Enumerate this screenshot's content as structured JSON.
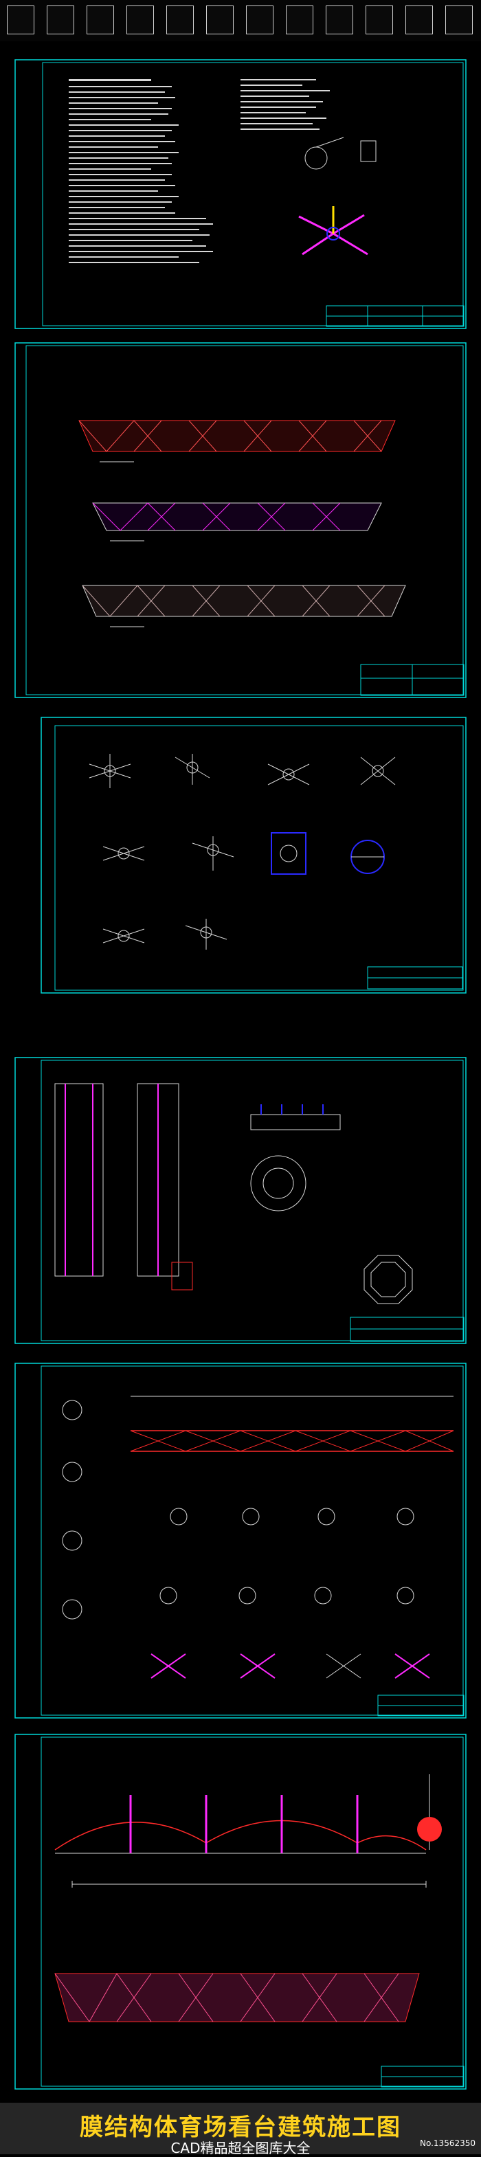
{
  "banner": {
    "title": "膜结构体育场看台建筑施工图",
    "subtitle": "CAD精品超全图库大全",
    "number": "No.13562350"
  },
  "colors": {
    "frame": "#00d8d8",
    "line": "#d8d8d8",
    "accent_red": "#ff2a2a",
    "accent_magenta": "#ff2aff",
    "accent_blue": "#2a2aff",
    "banner_text": "#ffd21e"
  },
  "sheets": [
    {
      "id": "general-notes",
      "description": "design notes and joint details"
    },
    {
      "id": "roof-plans",
      "description": "membrane roof layouts"
    },
    {
      "id": "node-details-1",
      "description": "cable node details"
    },
    {
      "id": "column-details",
      "description": "mast and base plate details"
    },
    {
      "id": "truss-elevation",
      "description": "truss elevation and node details"
    },
    {
      "id": "stand-elevation",
      "description": "stand elevation and plan"
    }
  ]
}
